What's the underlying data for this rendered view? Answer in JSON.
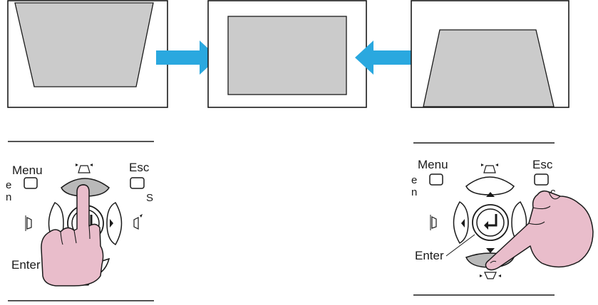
{
  "colors": {
    "arrow": "#2aa8df",
    "screen_fill": "#cbcbcb",
    "highlight_key": "#b9b9b9",
    "hand_fill": "#e9bdcb",
    "stroke": "#1a1a1a"
  },
  "left_panel": {
    "menu_label": "Menu",
    "esc_label": "Esc",
    "enter_label": "Enter",
    "left_fragment_1": "e",
    "left_fragment_2": "n",
    "right_fragment": "S"
  },
  "right_panel": {
    "menu_label": "Menu",
    "esc_label": "Esc",
    "enter_label": "Enter",
    "left_fragment_1": "e",
    "left_fragment_2": "n",
    "right_fragment": "c"
  },
  "icons": {
    "arrow_right": "arrow-right-icon",
    "arrow_left": "arrow-left-icon",
    "keystone_up": "keystone-up-icon",
    "keystone_down": "keystone-down-icon",
    "keystone_left": "keystone-left-icon",
    "keystone_right": "keystone-right-icon",
    "enter": "enter-icon",
    "hand": "pointing-hand-icon"
  }
}
